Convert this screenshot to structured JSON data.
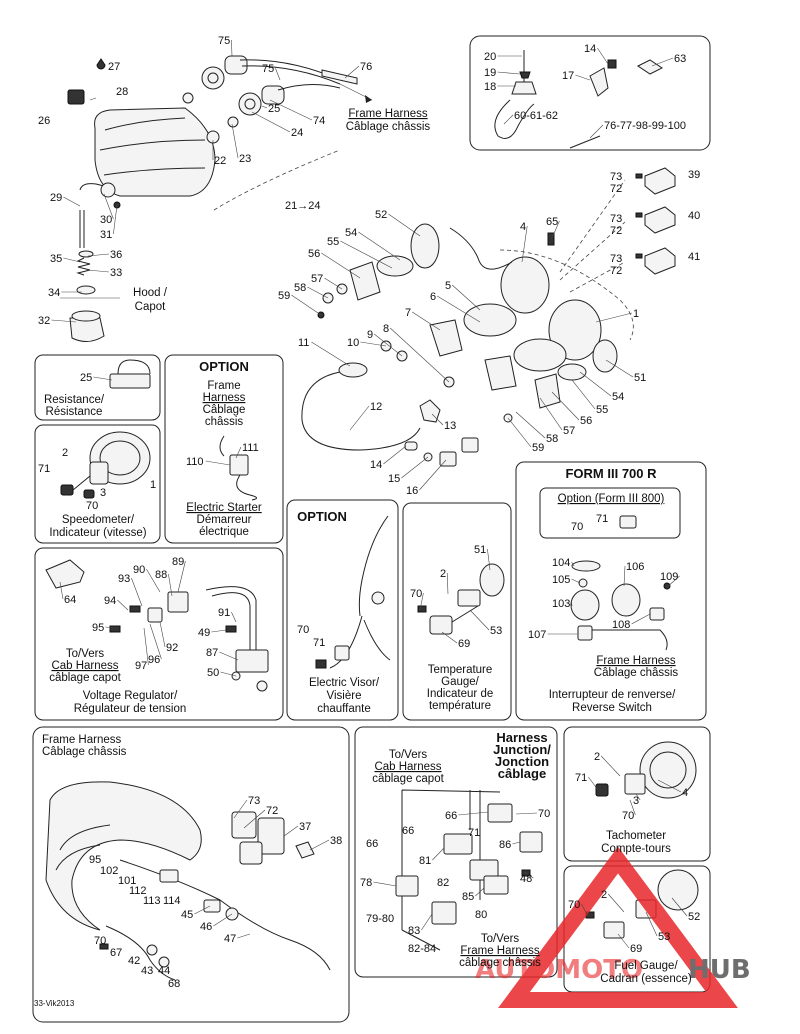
{
  "callouts": [
    {
      "id": "c75a",
      "text": "75"
    },
    {
      "id": "c27",
      "text": "27"
    },
    {
      "id": "c28",
      "text": "28"
    },
    {
      "id": "c26",
      "text": "26"
    },
    {
      "id": "c75b",
      "text": "75"
    },
    {
      "id": "c76",
      "text": "76"
    },
    {
      "id": "c25",
      "text": "25"
    },
    {
      "id": "c24",
      "text": "24"
    },
    {
      "id": "c74",
      "text": "74"
    },
    {
      "id": "c23",
      "text": "23"
    },
    {
      "id": "c22",
      "text": "22"
    },
    {
      "id": "c21",
      "text": "21→24"
    },
    {
      "id": "c29",
      "text": "29"
    },
    {
      "id": "c30",
      "text": "30"
    },
    {
      "id": "c31",
      "text": "31"
    },
    {
      "id": "c35",
      "text": "35"
    },
    {
      "id": "c36",
      "text": "36"
    },
    {
      "id": "c33",
      "text": "33"
    },
    {
      "id": "c34",
      "text": "34"
    },
    {
      "id": "c32",
      "text": "32"
    },
    {
      "id": "c20",
      "text": "20"
    },
    {
      "id": "c19",
      "text": "19"
    },
    {
      "id": "c18",
      "text": "18"
    },
    {
      "id": "c14a",
      "text": "14"
    },
    {
      "id": "c17",
      "text": "17"
    },
    {
      "id": "c63",
      "text": "63"
    },
    {
      "id": "c606162",
      "text": "60-61-62"
    },
    {
      "id": "c7677",
      "text": "76-77-98-99-100"
    },
    {
      "id": "c73a",
      "text": "73"
    },
    {
      "id": "c72a",
      "text": "72"
    },
    {
      "id": "c39",
      "text": "39"
    },
    {
      "id": "c73b",
      "text": "73"
    },
    {
      "id": "c72b",
      "text": "72"
    },
    {
      "id": "c40",
      "text": "40"
    },
    {
      "id": "c73c",
      "text": "73"
    },
    {
      "id": "c72c",
      "text": "72"
    },
    {
      "id": "c41",
      "text": "41"
    },
    {
      "id": "c52a",
      "text": "52"
    },
    {
      "id": "c65a",
      "text": "65"
    },
    {
      "id": "c4a",
      "text": "4"
    },
    {
      "id": "c54a",
      "text": "54"
    },
    {
      "id": "c55a",
      "text": "55"
    },
    {
      "id": "c56a",
      "text": "56"
    },
    {
      "id": "c57a",
      "text": "57"
    },
    {
      "id": "c58a",
      "text": "58"
    },
    {
      "id": "c59a",
      "text": "59"
    },
    {
      "id": "c5",
      "text": "5"
    },
    {
      "id": "c6",
      "text": "6"
    },
    {
      "id": "c7",
      "text": "7"
    },
    {
      "id": "c1a",
      "text": "1"
    },
    {
      "id": "c11",
      "text": "11"
    },
    {
      "id": "c10",
      "text": "10"
    },
    {
      "id": "c9",
      "text": "9"
    },
    {
      "id": "c8",
      "text": "8"
    },
    {
      "id": "c51a",
      "text": "51"
    },
    {
      "id": "c54b",
      "text": "54"
    },
    {
      "id": "c55b",
      "text": "55"
    },
    {
      "id": "c56b",
      "text": "56"
    },
    {
      "id": "c57b",
      "text": "57"
    },
    {
      "id": "c58b",
      "text": "58"
    },
    {
      "id": "c59b",
      "text": "59"
    },
    {
      "id": "c12",
      "text": "12"
    },
    {
      "id": "c13",
      "text": "13"
    },
    {
      "id": "c14b",
      "text": "14"
    },
    {
      "id": "c15",
      "text": "15"
    },
    {
      "id": "c16",
      "text": "16"
    },
    {
      "id": "c25b",
      "text": "25"
    },
    {
      "id": "c2a",
      "text": "2"
    },
    {
      "id": "c71a",
      "text": "71"
    },
    {
      "id": "c3a",
      "text": "3"
    },
    {
      "id": "c70a",
      "text": "70"
    },
    {
      "id": "c1b",
      "text": "1"
    },
    {
      "id": "c111",
      "text": "111"
    },
    {
      "id": "c110",
      "text": "110"
    },
    {
      "id": "c89",
      "text": "89"
    },
    {
      "id": "c90",
      "text": "90"
    },
    {
      "id": "c88",
      "text": "88"
    },
    {
      "id": "c93",
      "text": "93"
    },
    {
      "id": "c94",
      "text": "94"
    },
    {
      "id": "c64",
      "text": "64"
    },
    {
      "id": "c91",
      "text": "91"
    },
    {
      "id": "c95",
      "text": "95"
    },
    {
      "id": "c92",
      "text": "92"
    },
    {
      "id": "c96",
      "text": "96"
    },
    {
      "id": "c97",
      "text": "97"
    },
    {
      "id": "c49a",
      "text": "49"
    },
    {
      "id": "c87",
      "text": "87"
    },
    {
      "id": "c50",
      "text": "50"
    },
    {
      "id": "c70b",
      "text": "70"
    },
    {
      "id": "c71b",
      "text": "71"
    },
    {
      "id": "c51b",
      "text": "51"
    },
    {
      "id": "c2b",
      "text": "2"
    },
    {
      "id": "c70c",
      "text": "70"
    },
    {
      "id": "c69a",
      "text": "69"
    },
    {
      "id": "c53a",
      "text": "53"
    },
    {
      "id": "c71c",
      "text": "71"
    },
    {
      "id": "c70d",
      "text": "70"
    },
    {
      "id": "c104",
      "text": "104"
    },
    {
      "id": "c106",
      "text": "106"
    },
    {
      "id": "c105",
      "text": "105"
    },
    {
      "id": "c109",
      "text": "109"
    },
    {
      "id": "c103",
      "text": "103"
    },
    {
      "id": "c108",
      "text": "108"
    },
    {
      "id": "c107",
      "text": "107"
    },
    {
      "id": "c73d",
      "text": "73"
    },
    {
      "id": "c72d",
      "text": "72"
    },
    {
      "id": "c37",
      "text": "37"
    },
    {
      "id": "c38",
      "text": "38"
    },
    {
      "id": "c95b",
      "text": "95"
    },
    {
      "id": "c102",
      "text": "102"
    },
    {
      "id": "c101",
      "text": "101"
    },
    {
      "id": "c112",
      "text": "112"
    },
    {
      "id": "c113",
      "text": "113"
    },
    {
      "id": "c114",
      "text": "114"
    },
    {
      "id": "c45",
      "text": "45"
    },
    {
      "id": "c46",
      "text": "46"
    },
    {
      "id": "c47",
      "text": "47"
    },
    {
      "id": "c70e",
      "text": "70"
    },
    {
      "id": "c67",
      "text": "67"
    },
    {
      "id": "c42",
      "text": "42"
    },
    {
      "id": "c43",
      "text": "43"
    },
    {
      "id": "c44",
      "text": "44"
    },
    {
      "id": "c68",
      "text": "68"
    },
    {
      "id": "c66a",
      "text": "66"
    },
    {
      "id": "c70f",
      "text": "70"
    },
    {
      "id": "c66b",
      "text": "66"
    },
    {
      "id": "c71d",
      "text": "71"
    },
    {
      "id": "c86",
      "text": "86"
    },
    {
      "id": "c66c",
      "text": "66"
    },
    {
      "id": "c81",
      "text": "81"
    },
    {
      "id": "c82a",
      "text": "82"
    },
    {
      "id": "c48",
      "text": "48"
    },
    {
      "id": "c78",
      "text": "78"
    },
    {
      "id": "c85",
      "text": "85"
    },
    {
      "id": "c80",
      "text": "80"
    },
    {
      "id": "c7980",
      "text": "79-80"
    },
    {
      "id": "c83",
      "text": "83"
    },
    {
      "id": "c8284",
      "text": "82-84"
    },
    {
      "id": "c2c",
      "text": "2"
    },
    {
      "id": "c71e",
      "text": "71"
    },
    {
      "id": "c4b",
      "text": "4"
    },
    {
      "id": "c3b",
      "text": "3"
    },
    {
      "id": "c70g",
      "text": "70"
    },
    {
      "id": "c2d",
      "text": "2"
    },
    {
      "id": "c70h",
      "text": "70"
    },
    {
      "id": "c52b",
      "text": "52"
    },
    {
      "id": "c53b",
      "text": "53"
    },
    {
      "id": "c69b",
      "text": "69"
    }
  ],
  "captions": {
    "frame_harness_top": [
      "Frame Harness",
      "Câblage châssis"
    ],
    "hood": [
      "Hood /",
      "Capot"
    ],
    "resistance": [
      "Resistance/",
      "Résistance"
    ],
    "speedometer": [
      "Speedometer/",
      "Indicateur (vitesse)"
    ],
    "option1_title": "OPTION",
    "option1_harness": [
      "Frame",
      "Harness",
      "Câblage",
      "châssis"
    ],
    "electric_starter": [
      "Electric Starter",
      "Démarreur",
      "électrique"
    ],
    "option2_title": "OPTION",
    "electric_visor": [
      "Electric Visor/",
      "Visière",
      "chauffante"
    ],
    "temperature": [
      "Temperature",
      "Gauge/",
      "Indicateur de",
      "température"
    ],
    "form3_title": "FORM III 700 R",
    "form3_option": "Option (Form III 800)",
    "form3_harness": [
      "Frame Harness",
      "Câblage châssis"
    ],
    "reverse_switch": [
      "Interrupteur de renverse/",
      "Reverse Switch"
    ],
    "voltage_to": [
      "To/Vers",
      "Cab Harness",
      "câblage capot"
    ],
    "voltage_regulator": [
      "Voltage Regulator/",
      "Régulateur de tension"
    ],
    "frame_harness_bottom": [
      "Frame Harness",
      "Câblage châssis"
    ],
    "junction_to_cab": [
      "To/Vers",
      "Cab Harness",
      "câblage capot"
    ],
    "harness_junction": [
      "Harness",
      "Junction/",
      "Jonction",
      "câblage"
    ],
    "junction_to_frame": [
      "To/Vers",
      "Frame Harness",
      "câblage châssis"
    ],
    "tachometer": [
      "Tachometer",
      "Compte-tours"
    ],
    "fuel_gauge": [
      "Fuel Gauge/",
      "Cadran (essence)"
    ]
  },
  "footer_code": "33-Vik2013",
  "watermark": {
    "brand_left": "AUTOMOTO",
    "brand_right": "HUB",
    "accent": "#e8262a"
  },
  "colors": {
    "line": "#222222",
    "background": "#ffffff"
  }
}
